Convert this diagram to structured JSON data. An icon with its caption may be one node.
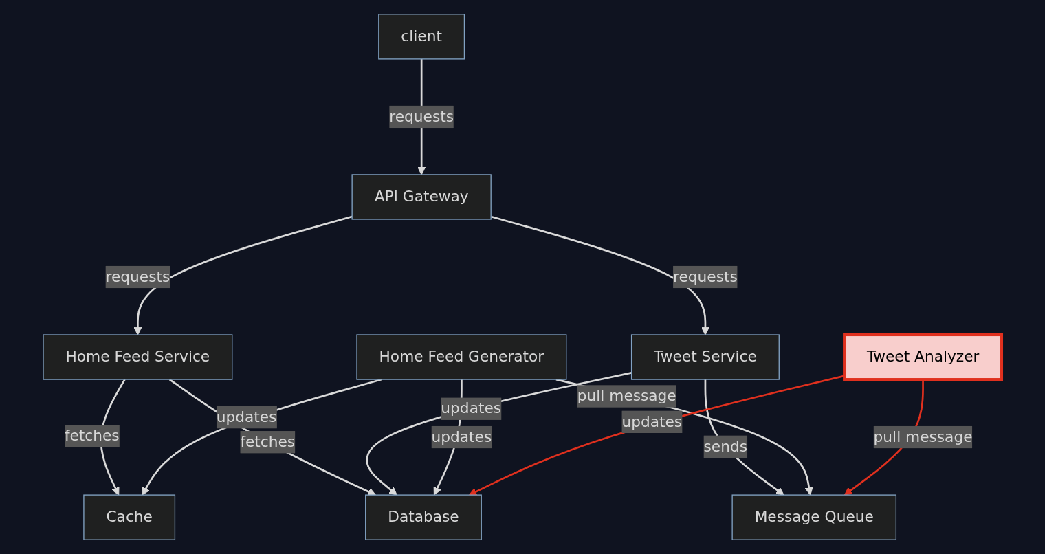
{
  "diagram": {
    "nodes": [
      {
        "text": [
          "client"
        ]
      },
      {
        "text": [
          "API Gateway"
        ]
      },
      {
        "text": [
          "Home Feed Service"
        ]
      },
      {
        "text": [
          "Tweet Service"
        ]
      },
      {
        "text": [
          "Home Feed Generator"
        ]
      },
      {
        "text": [
          "Tweet Analyzer"
        ]
      },
      {
        "text": [
          "Cache"
        ]
      },
      {
        "text": [
          "Database"
        ]
      },
      {
        "text": [
          "Message Queue"
        ]
      }
    ],
    "edges": [
      {
        "from": 0,
        "to": 1,
        "arrow": "to",
        "label": "requests"
      },
      {
        "from": 1,
        "to": 2,
        "arrow": "to",
        "label": "requests"
      },
      {
        "from": 1,
        "to": 3,
        "arrow": "to",
        "label": "requests"
      },
      {
        "from": 2,
        "to": 6,
        "arrow": "to",
        "label": "fetches"
      },
      {
        "from": 2,
        "to": 7,
        "arrow": "to",
        "label": "fetches"
      },
      {
        "from": 3,
        "to": 8,
        "arrow": "to",
        "label": "sends"
      },
      {
        "from": 3,
        "to": 7,
        "arrow": "to",
        "label": "updates"
      },
      {
        "from": 4,
        "to": 6,
        "arrow": "to",
        "label": "updates"
      },
      {
        "from": 4,
        "to": 7,
        "arrow": "to",
        "label": "updates"
      },
      {
        "from": 4,
        "to": 8,
        "arrow": "to",
        "label": "pull message"
      },
      {
        "from": 5,
        "to": 7,
        "arrow": "to",
        "label": "updates",
        "color": "#e0301e"
      },
      {
        "from": 5,
        "to": 8,
        "arrow": "to",
        "label": "pull message",
        "color": "#e0301e"
      }
    ]
  }
}
